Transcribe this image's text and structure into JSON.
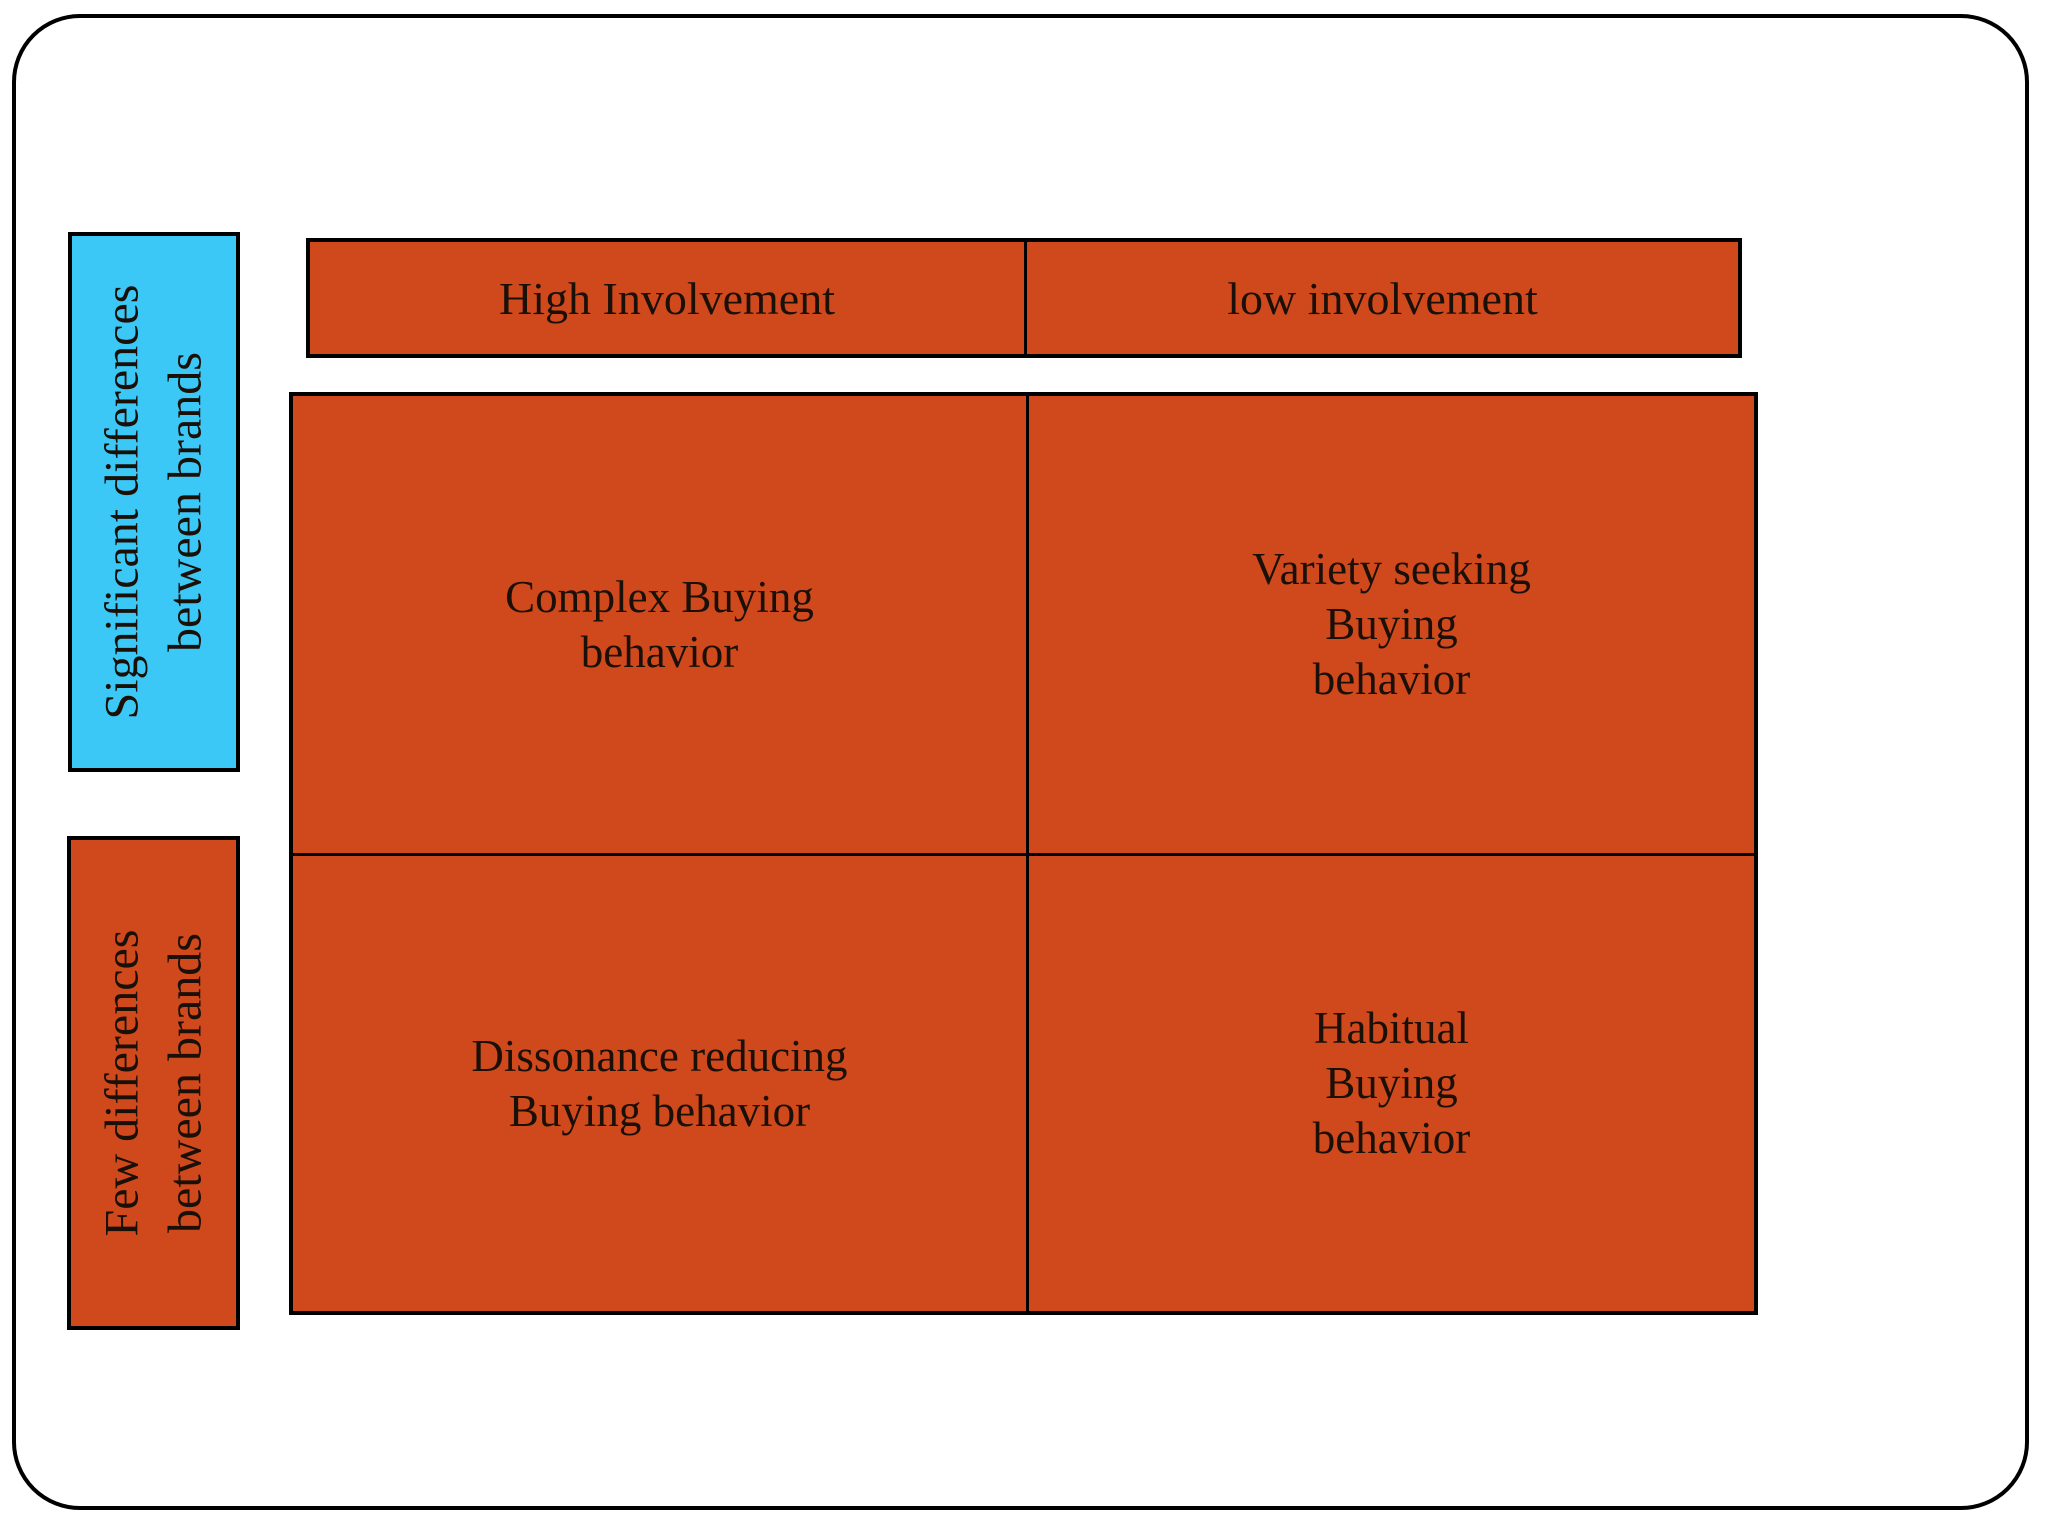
{
  "slide": {
    "background_color": "#ffffff",
    "frame_border_color": "#000000"
  },
  "colors": {
    "orange": "#d0491c",
    "cyan": "#3bc8f6",
    "text": "#1a1008",
    "line": "#000000"
  },
  "y_axis": {
    "top_label": {
      "lines": [
        "Significant differences",
        "between brands"
      ],
      "box_color": "#3bc8f6"
    },
    "bottom_label": {
      "lines": [
        "Few differences",
        "between brands"
      ],
      "box_color": "#d0491c"
    }
  },
  "x_axis": {
    "left_label": "High Involvement",
    "right_label": "low involvement"
  },
  "matrix": {
    "cells": [
      {
        "position": "top-left",
        "lines": [
          "Complex Buying",
          "behavior"
        ]
      },
      {
        "position": "top-right",
        "lines": [
          "Variety seeking",
          "Buying",
          "behavior"
        ]
      },
      {
        "position": "bottom-left",
        "lines": [
          "Dissonance reducing",
          "Buying behavior"
        ]
      },
      {
        "position": "bottom-right",
        "lines": [
          "Habitual",
          "Buying",
          "behavior"
        ]
      }
    ]
  }
}
